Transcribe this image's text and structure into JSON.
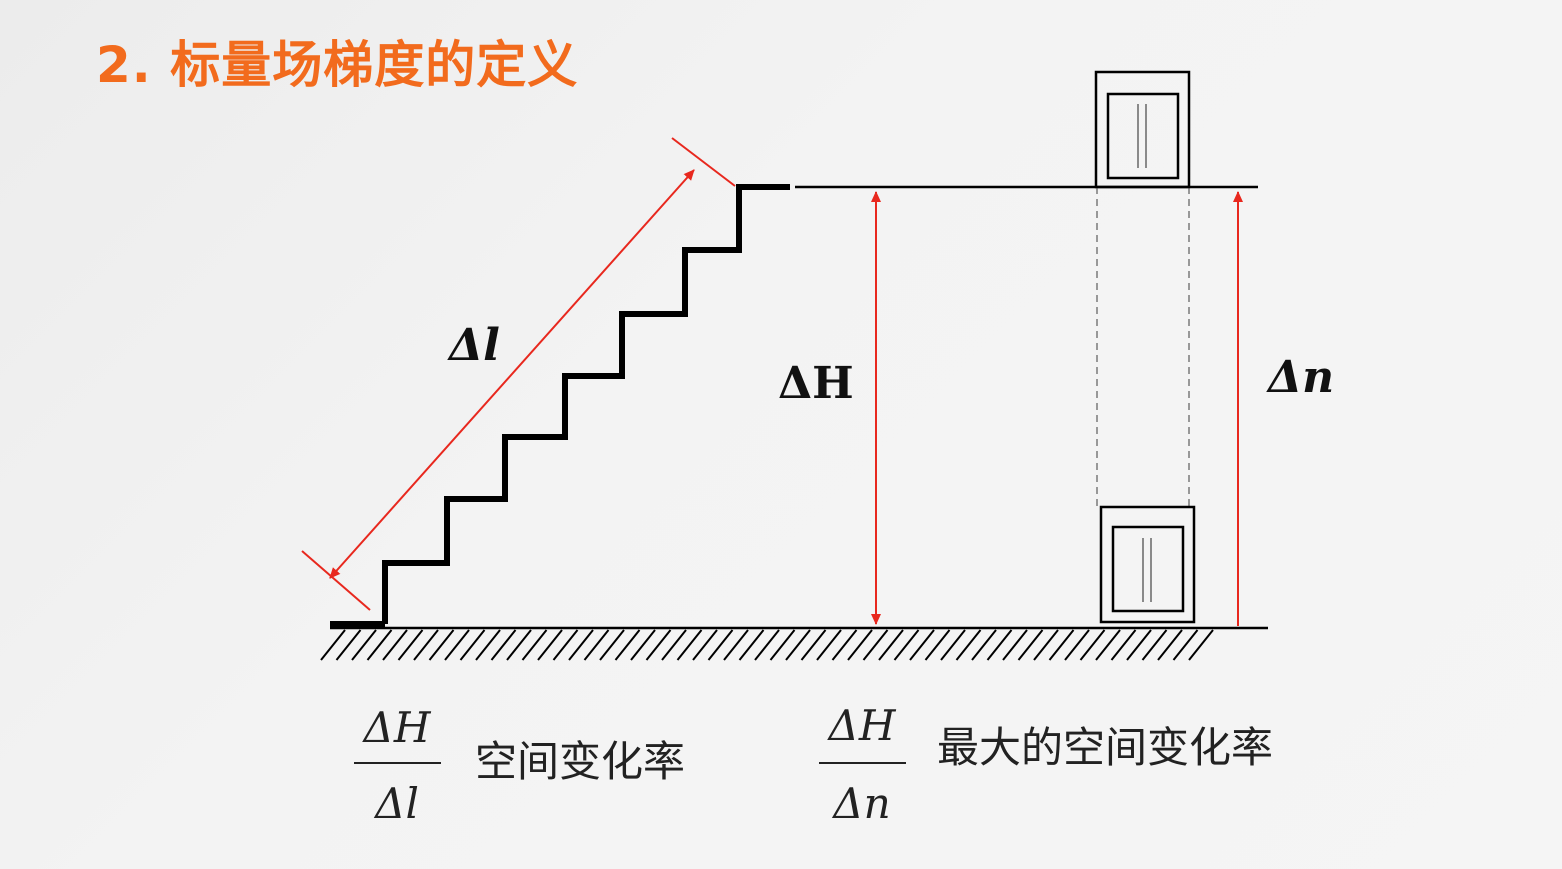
{
  "title": "2. 标量场梯度的定义",
  "diagram": {
    "delta_l_label": "Δl",
    "delta_h_label": "ΔH",
    "delta_n_label": "Δn"
  },
  "formulas": {
    "left": {
      "numerator": "ΔH",
      "denominator": "Δl",
      "caption": "空间变化率"
    },
    "right": {
      "numerator": "ΔH",
      "denominator": "Δn",
      "caption": "最大的空间变化率"
    }
  },
  "colors": {
    "title": "#f26b1d",
    "arrow": "#e8281e",
    "line": "#000000",
    "dashed": "#7a7a7a"
  }
}
